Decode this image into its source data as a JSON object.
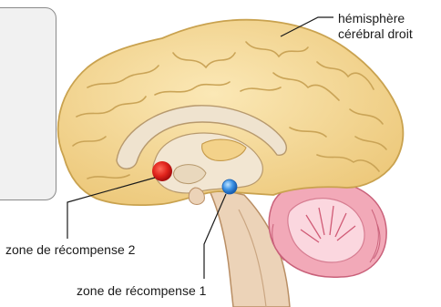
{
  "labels": {
    "hemisphere_line1": "hémisphère",
    "hemisphere_line2": "cérébral droit",
    "reward_zone_2": "zone de récompense 2",
    "reward_zone_1": "zone de récompense 1"
  },
  "colors": {
    "cortex": "#f3d99a",
    "cortex_outline": "#c9a24f",
    "inner": "#efe3cf",
    "cerebellum": "#f2a9b8",
    "cerebellum_outline": "#c9617a",
    "brainstem": "#ecd3b8",
    "reward_zone_1": "#3a8ee0",
    "reward_zone_2": "#d81f1f",
    "panel_bg": "#f1f1f1"
  }
}
